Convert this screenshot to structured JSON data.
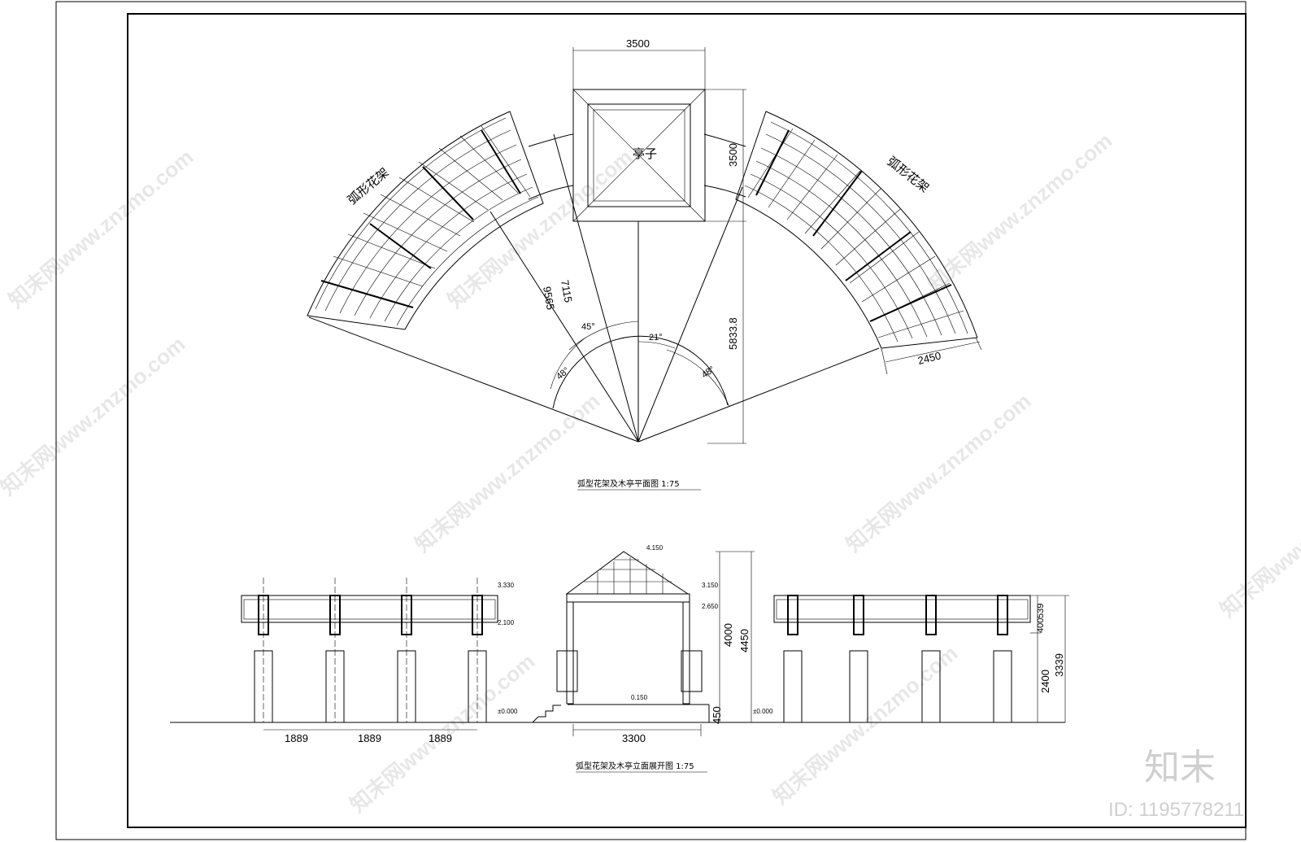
{
  "plan": {
    "pavilion_label": "亭子",
    "trellis_left_label": "弧形花架",
    "trellis_right_label": "弧形花架",
    "dim_top": "3500",
    "dim_side": "3500",
    "dim_r_inner": "7115",
    "dim_r_outer": "9565",
    "dim_height": "5833.8",
    "dim_width": "2450",
    "angle_left_upper": "45°",
    "angle_left_lower": "48°",
    "angle_mid": "21°",
    "angle_right": "48°",
    "caption": "弧型花架及木亭平面图 1:75"
  },
  "elevation": {
    "left_spacing": [
      "1889",
      "1889",
      "1889"
    ],
    "pavilion_width": "3300",
    "left_top_level": "3.330",
    "left_beam_level": "2.100",
    "ground_level_left": "±0.000",
    "ground_level_right": "±0.000",
    "pav_top_level": "4.150",
    "pav_eave_level": "3.150",
    "pav_beam_level": "2.650",
    "pav_floor_level": "0.150",
    "dim_4000": "4000",
    "dim_4450": "4450",
    "dim_450": "450",
    "dim_539": "539",
    "dim_400": "400",
    "dim_2400": "2400",
    "dim_3339": "3339",
    "caption": "弧型花架及木亭立面展开图 1:75"
  },
  "watermark": {
    "text": "知末网www.znzmo.com",
    "logo": "知末",
    "id": "ID: 1195778211"
  }
}
